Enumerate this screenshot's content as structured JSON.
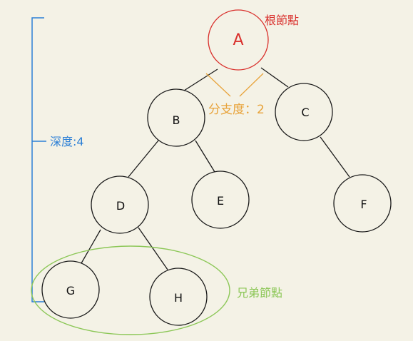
{
  "nodes": [
    {
      "id": "A",
      "label": "A",
      "root": true
    },
    {
      "id": "B",
      "label": "B"
    },
    {
      "id": "C",
      "label": "C"
    },
    {
      "id": "D",
      "label": "D"
    },
    {
      "id": "E",
      "label": "E"
    },
    {
      "id": "F",
      "label": "F"
    },
    {
      "id": "G",
      "label": "G"
    },
    {
      "id": "H",
      "label": "H"
    }
  ],
  "edges": [
    [
      "A",
      "B"
    ],
    [
      "A",
      "C"
    ],
    [
      "B",
      "D"
    ],
    [
      "B",
      "E"
    ],
    [
      "C",
      "F"
    ],
    [
      "D",
      "G"
    ],
    [
      "D",
      "H"
    ]
  ],
  "annotations": {
    "root": "根節點",
    "branching": "分支度：2",
    "depth": "深度:4",
    "siblings": "兄弟節點"
  },
  "colors": {
    "background": "#f4f2e6",
    "node_stroke": "#1a1a1a",
    "root": "#d9302c",
    "branching": "#e8a33a",
    "depth": "#2b7fd6",
    "siblings": "#8cc757"
  }
}
